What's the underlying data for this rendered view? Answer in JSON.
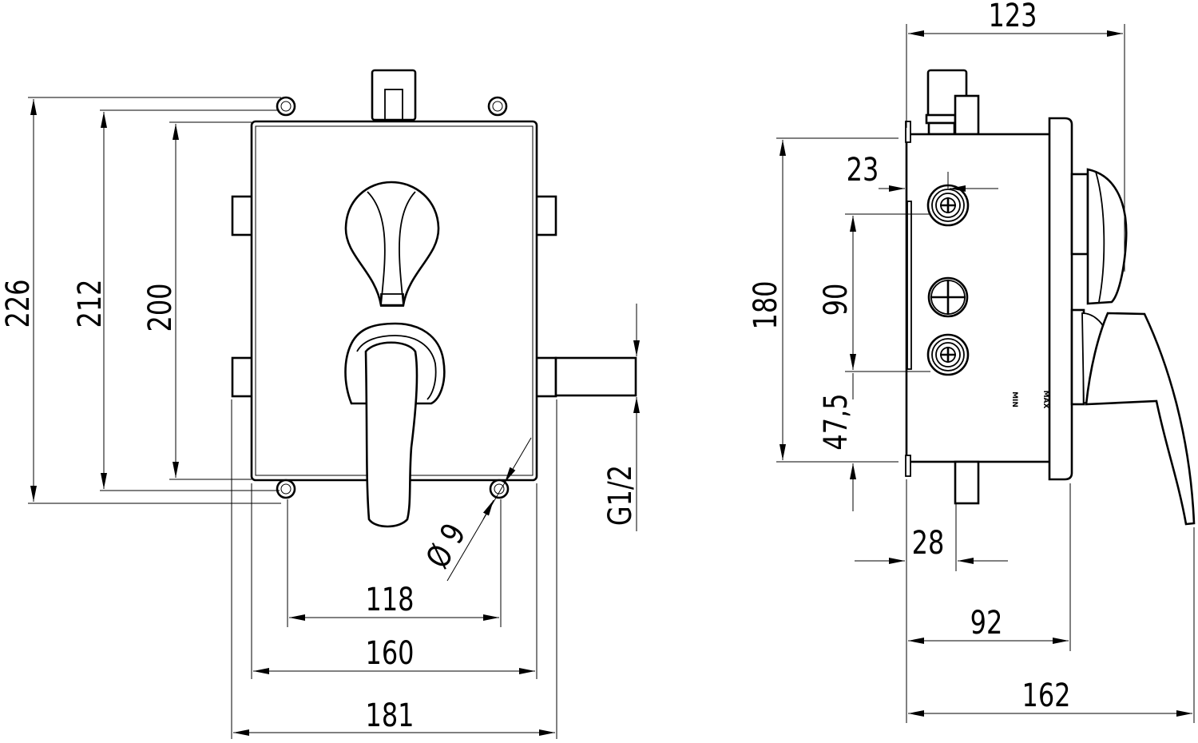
{
  "front_view": {
    "dimensions": {
      "overall_height": "226",
      "lug_height": "212",
      "box_height": "200",
      "lug_spacing": "118",
      "box_width": "160",
      "overall_width": "181",
      "thread": "G1/2",
      "hole_diameter": "Ø 9"
    }
  },
  "side_view": {
    "dimensions": {
      "top_width": "123",
      "body_height": "180",
      "outlet_offset": "23",
      "outlet_spacing": "90",
      "bottom_offset": "47,5",
      "outlet_depth": "28",
      "body_depth": "92",
      "overall_depth": "162"
    },
    "labels": {
      "min": "MIN",
      "max": "MAX"
    }
  },
  "colors": {
    "line": "#000000",
    "background": "#ffffff"
  }
}
